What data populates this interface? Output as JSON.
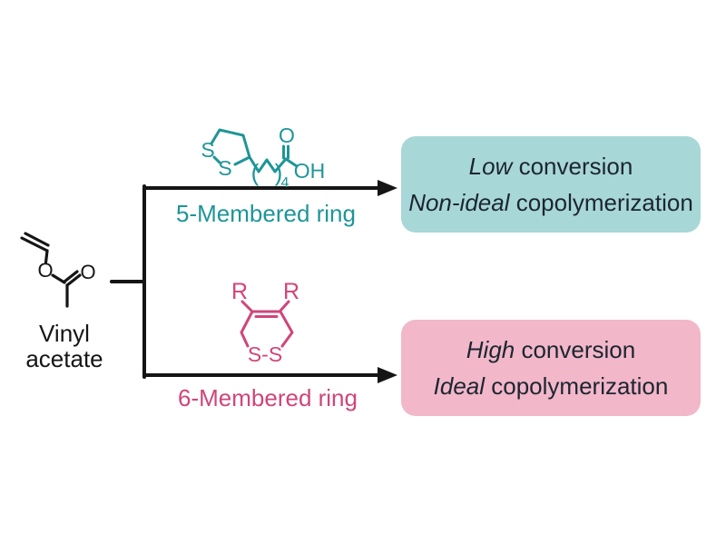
{
  "colors": {
    "ink": "#151515",
    "teal": "#1e9598",
    "teal-box": "#a8d7d8",
    "pink": "#d0457a",
    "pink-box": "#f2b7c9",
    "box-text": "#1c2630"
  },
  "reactant": {
    "name_line1": "Vinyl",
    "name_line2": "acetate"
  },
  "molecules": {
    "vinyl_acetate": {
      "o_ester": "O",
      "o_carbonyl": "O"
    },
    "dithiolane_acid": {
      "s_left": "S",
      "s_bottom": "S",
      "paren_open": "(",
      "paren_close": ")",
      "repeat_subscript": "4",
      "o_carbonyl": "O",
      "hydroxyl": "OH"
    },
    "dithiine": {
      "r_left": "R",
      "r_right": "R",
      "s_s": "S-S"
    }
  },
  "path_top": {
    "ring_label": "5-Membered ring"
  },
  "path_bottom": {
    "ring_label": "6-Membered ring"
  },
  "outcome_top": {
    "line1_em": "Low",
    "line1_rest": " conversion",
    "line2_em": "Non-ideal",
    "line2_rest": " copolymerization"
  },
  "outcome_bottom": {
    "line1_em": "High",
    "line1_rest": " conversion",
    "line2_em": "Ideal",
    "line2_rest": " copolymerization"
  }
}
